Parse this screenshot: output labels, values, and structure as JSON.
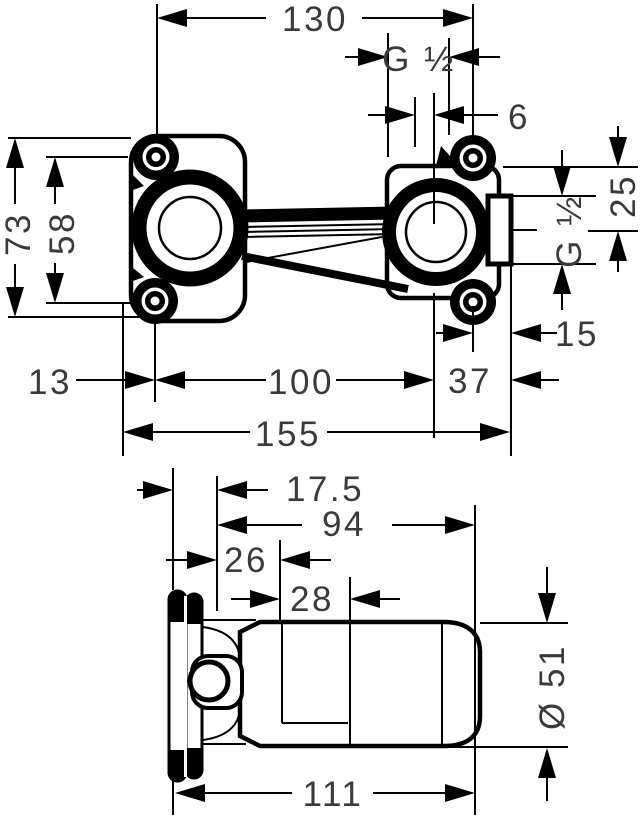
{
  "drawing": {
    "top_view": {
      "dim_130": "130",
      "dim_g12_top": "G ½",
      "dim_6": "6",
      "dim_73": "73",
      "dim_58": "58",
      "dim_25": "25",
      "dim_g12_side": "G ½",
      "dim_15": "15",
      "dim_13": "13",
      "dim_100": "100",
      "dim_37": "37",
      "dim_155": "155"
    },
    "side_view": {
      "dim_17_5": "17.5",
      "dim_94": "94",
      "dim_26": "26",
      "dim_28": "28",
      "dim_dia_51": "Ø 51",
      "dim_111": "111"
    }
  },
  "colors": {
    "line": "#000000",
    "text": "#3a3a3a",
    "background": "#ffffff"
  }
}
